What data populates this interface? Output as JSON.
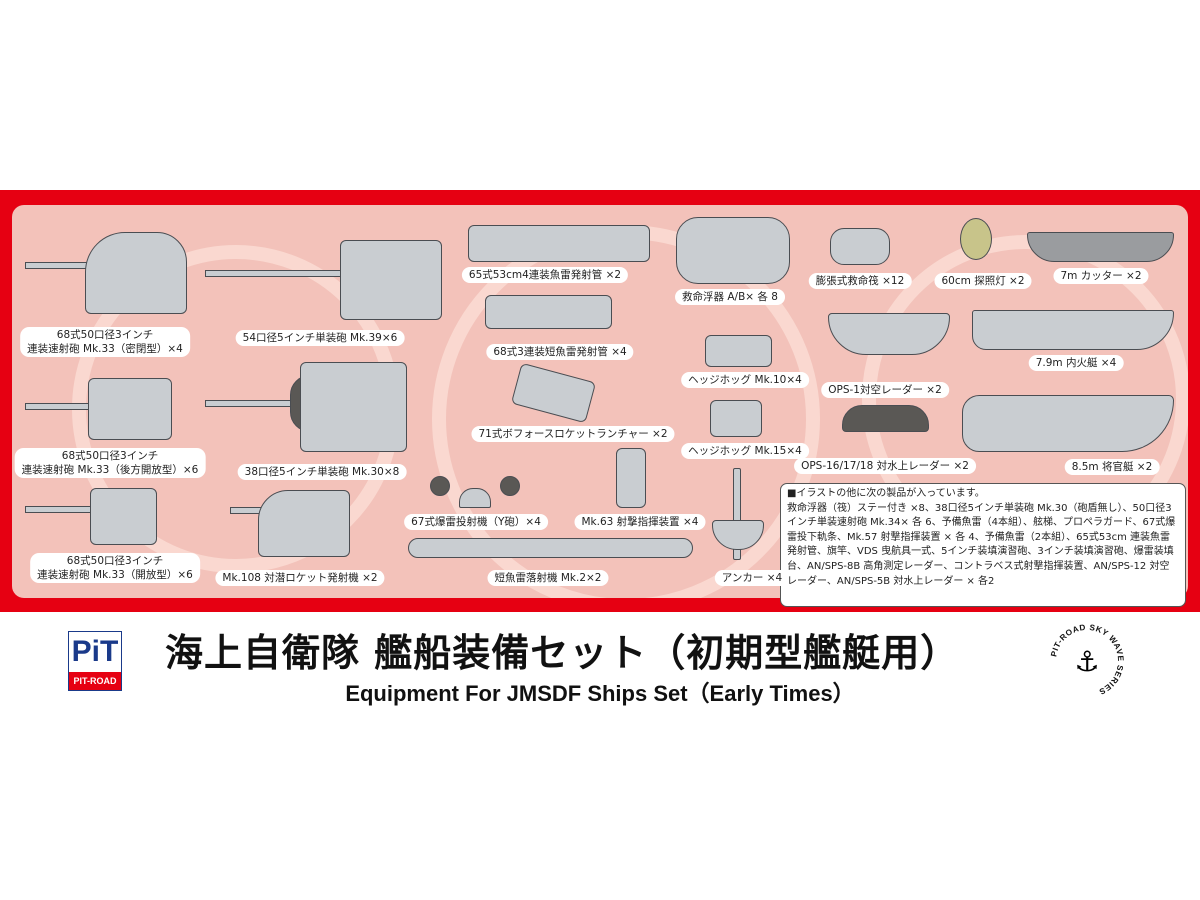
{
  "colors": {
    "band": "#e60012",
    "panel": "#f3c2ba",
    "parts": "#c9cdd1"
  },
  "items": [
    {
      "label_1": "68式50口径3インチ",
      "label_2": "連装速射砲 Mk.33（密閉型）×4"
    },
    {
      "label": "54口径5インチ単装砲 Mk.39×6"
    },
    {
      "label": "65式53cm4連装魚雷発射管 ×2"
    },
    {
      "label": "救命浮器 A/B× 各 8"
    },
    {
      "label": "膨張式救命筏 ×12"
    },
    {
      "label": "60cm 探照灯 ×2"
    },
    {
      "label": "7m カッター ×2"
    },
    {
      "label": "68式3連装短魚雷発射管 ×4"
    },
    {
      "label": "ヘッジホッグ Mk.10×4"
    },
    {
      "label": "OPS-1対空レーダー ×2"
    },
    {
      "label": "7.9m 内火艇 ×4"
    },
    {
      "label_1": "68式50口径3インチ",
      "label_2": "連装速射砲 Mk.33（後方開放型）×6"
    },
    {
      "label": "38口径5インチ単装砲 Mk.30×8"
    },
    {
      "label": "71式ボフォースロケットランチャー ×2"
    },
    {
      "label": "ヘッジホッグ Mk.15×4"
    },
    {
      "label": "OPS-16/17/18 対水上レーダー ×2"
    },
    {
      "label": "8.5m 将官艇 ×2"
    },
    {
      "label": "67式爆雷投射機（Y砲）×4"
    },
    {
      "label": "Mk.63 射撃指揮装置 ×4"
    },
    {
      "label_1": "68式50口径3インチ",
      "label_2": "連装速射砲 Mk.33（開放型）×6"
    },
    {
      "label": "Mk.108 対潜ロケット発射機 ×2"
    },
    {
      "label": "短魚雷落射機 Mk.2×2"
    },
    {
      "label": "アンカー ×4"
    }
  ],
  "notes": {
    "heading": "■イラストの他に次の製品が入っています。",
    "body": "救命浮器（筏）ステー付き ×8、38口径5インチ単装砲 Mk.30（砲盾無し）、50口径3インチ単装速射砲 Mk.34× 各 6、予備魚雷（4本組）、舷梯、プロペラガード、67式爆雷投下軌条、Mk.57 射撃指揮装置 × 各 4、予備魚雷（2本組）、65式53cm 連装魚雷発射管、旗竿、VDS 曳航具一式、5インチ装填演習砲、3インチ装填演習砲、爆雷装填台、AN/SPS-8B 高角測定レーダー、コントラベス式射撃指揮装置、AN/SPS-12 対空レーダー、AN/SPS-5B 対水上レーダー × 各2"
  },
  "title": {
    "jp": "海上自衛隊 艦船装備セット（初期型艦艇用）",
    "en": "Equipment For JMSDF Ships Set（Early Times）"
  },
  "brand": {
    "logo_text": "PIT-ROAD",
    "logo_mark": "PiT",
    "series_logo_text": "PIT-ROAD SKY WAVE SERIES"
  }
}
